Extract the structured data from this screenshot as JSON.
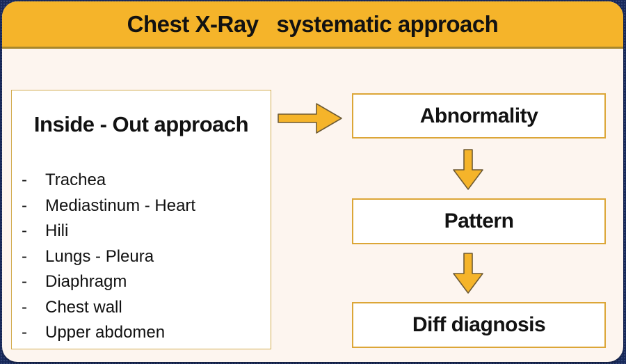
{
  "slide": {
    "title": "Chest X-Ray   systematic approach"
  },
  "left_panel": {
    "title": "Inside - Out approach",
    "bullet": "-",
    "items": [
      "Trachea",
      "Mediastinum - Heart",
      "Hili",
      "Lungs - Pleura",
      "Diaphragm",
      "Chest wall",
      "Upper abdomen"
    ]
  },
  "flow": {
    "steps": [
      {
        "label": "Abnormality"
      },
      {
        "label": "Pattern"
      },
      {
        "label": "Diff diagnosis"
      }
    ],
    "icons": [
      "arrow-right-icon",
      "arrow-down-icon",
      "arrow-down-icon"
    ]
  },
  "colors": {
    "accent_yellow": "#F5B42A",
    "box_border_gold": "#DCA637",
    "left_box_border_gold": "#D2AC4F",
    "header_underline": "#A8872B",
    "navy_background": "#17285A",
    "card_cream": "#FDF5EF",
    "arrow_outline": "#6E5B35",
    "text_color": "#121212"
  }
}
